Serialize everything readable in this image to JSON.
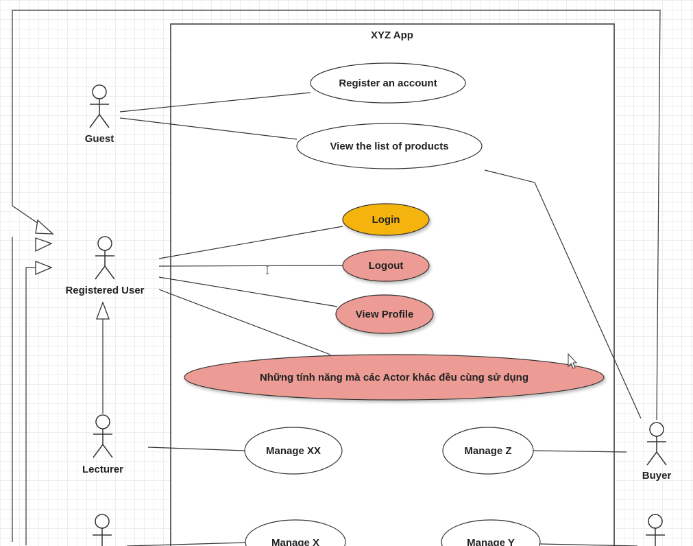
{
  "system": {
    "title": "XYZ App"
  },
  "actors": {
    "guest": "Guest",
    "registered": "Registered User",
    "lecturer": "Lecturer",
    "buyer": "Buyer"
  },
  "usecases": {
    "register": "Register an account",
    "view_products": "View the list of products",
    "login": "Login",
    "logout": "Logout",
    "view_profile": "View Profile",
    "shared": "Những tính năng mà các Actor khác đều cùng sử dụng",
    "manage_xx": "Manage XX",
    "manage_z": "Manage Z",
    "manage_x": "Manage X",
    "manage_y": "Manage Y"
  },
  "colors": {
    "login_fill": "#f5b40e",
    "feature_fill": "#ec9c94",
    "default_fill": "#ffffff",
    "line": "#333333"
  }
}
